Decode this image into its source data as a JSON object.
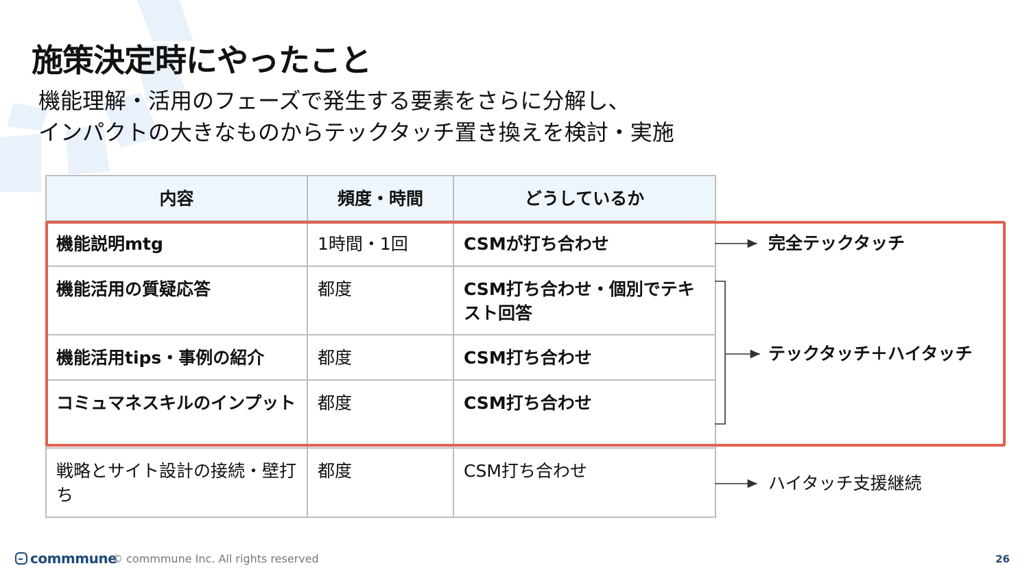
{
  "title": "施策決定時にやったこと",
  "subtitle": {
    "line1": "機能理解・活用のフェーズで発生する要素をさらに分解し、",
    "line2": "インパクトの大きなものからテックタッチ置き換えを検討・実施"
  },
  "table": {
    "headers": [
      "内容",
      "頻度・時間",
      "どうしているか"
    ],
    "rows": [
      {
        "content": "機能説明mtg",
        "frequency": "1時間・1回",
        "method": "CSMが打ち合わせ"
      },
      {
        "content": "機能活用の質疑応答",
        "frequency": "都度",
        "method": "CSM打ち合わせ・個別でテキスト回答"
      },
      {
        "content": "機能活用tips・事例の紹介",
        "frequency": "都度",
        "method": "CSM打ち合わせ"
      },
      {
        "content": "コミュマネスキルのインプット",
        "frequency": "都度",
        "method": "CSM打ち合わせ"
      },
      {
        "content": "戦略とサイト設計の接続・壁打ち",
        "frequency": "都度",
        "method": "CSM打ち合わせ"
      }
    ]
  },
  "outcomes": {
    "full_tech": "完全テックタッチ",
    "tech_high": "テックタッチ＋ハイタッチ",
    "high_continue": "ハイタッチ支援継続"
  },
  "footer": {
    "logo": "commmune",
    "copyright": "© commmune Inc. All rights reserved",
    "page": "26"
  },
  "colors": {
    "highlight_border": "#e06150",
    "header_bg": "#eef6fd",
    "brand": "#1e4b7a",
    "decor": "#e9f2fa"
  }
}
